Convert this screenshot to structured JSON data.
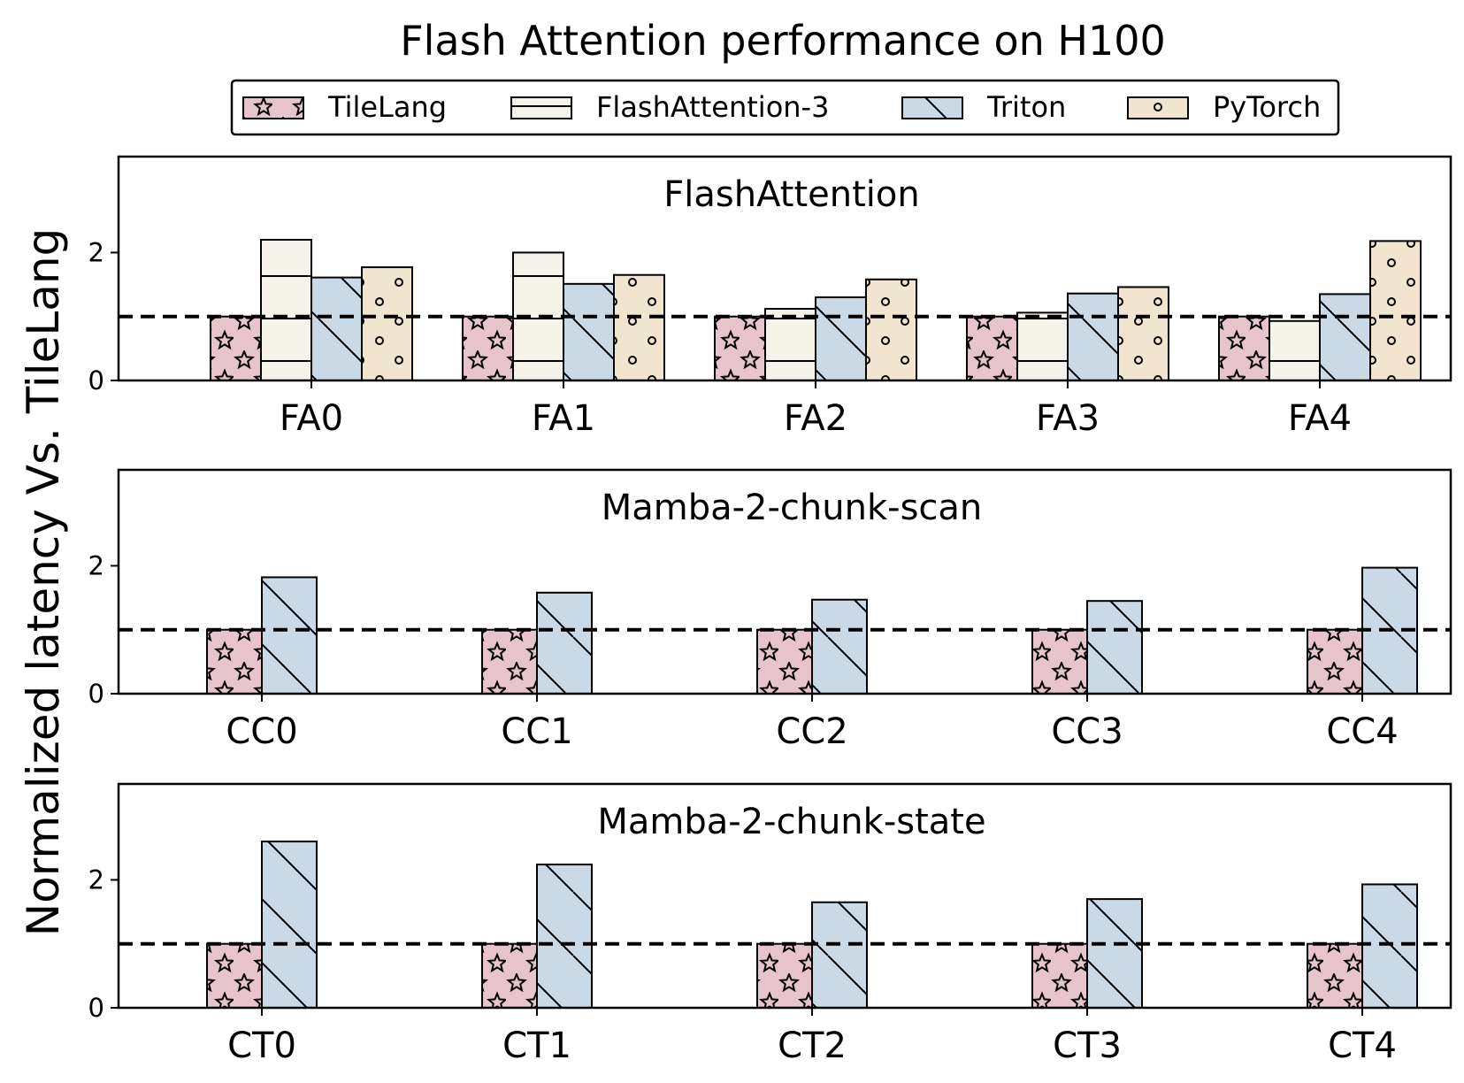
{
  "chart_data": {
    "title": "Flash Attention performance on H100",
    "ylabel": "Normalized latency Vs. TileLang",
    "legend": {
      "placement": "top-center",
      "entries": [
        {
          "name": "TileLang",
          "color": "#e7c3cc",
          "hatch": "stars"
        },
        {
          "name": "FlashAttention-3",
          "color": "#f5f2ea",
          "hatch": "horizontal"
        },
        {
          "name": "Triton",
          "color": "#c9d9e5",
          "hatch": "backslash"
        },
        {
          "name": "PyTorch",
          "color": "#f2e5d0",
          "hatch": "dots"
        }
      ]
    },
    "baseline": 1.0,
    "panels": [
      {
        "type": "bar",
        "title": "FlashAttention",
        "ylim": [
          0,
          3.5
        ],
        "yticks": [
          "0",
          "2"
        ],
        "categories": [
          "FA0",
          "FA1",
          "FA2",
          "FA3",
          "FA4"
        ],
        "series": [
          {
            "name": "TileLang",
            "values": [
              1.0,
              1.0,
              1.0,
              1.0,
              1.0
            ]
          },
          {
            "name": "FlashAttention-3",
            "values": [
              2.2,
              2.0,
              1.12,
              1.06,
              0.93
            ]
          },
          {
            "name": "Triton",
            "values": [
              1.61,
              1.51,
              1.3,
              1.36,
              1.35
            ]
          },
          {
            "name": "PyTorch",
            "values": [
              1.77,
              1.65,
              1.58,
              1.46,
              2.18
            ]
          }
        ]
      },
      {
        "type": "bar",
        "title": "Mamba-2-chunk-scan",
        "ylim": [
          0,
          3.5
        ],
        "yticks": [
          "0",
          "2"
        ],
        "categories": [
          "CC0",
          "CC1",
          "CC2",
          "CC3",
          "CC4"
        ],
        "series": [
          {
            "name": "TileLang",
            "values": [
              1.0,
              1.0,
              1.0,
              1.0,
              1.0
            ]
          },
          {
            "name": "Triton",
            "values": [
              1.82,
              1.58,
              1.47,
              1.45,
              1.97
            ]
          }
        ]
      },
      {
        "type": "bar",
        "title": "Mamba-2-chunk-state",
        "ylim": [
          0,
          3.5
        ],
        "yticks": [
          "0",
          "2"
        ],
        "categories": [
          "CT0",
          "CT1",
          "CT2",
          "CT3",
          "CT4"
        ],
        "series": [
          {
            "name": "TileLang",
            "values": [
              1.0,
              1.0,
              1.0,
              1.0,
              1.0
            ]
          },
          {
            "name": "Triton",
            "values": [
              2.6,
              2.24,
              1.65,
              1.7,
              1.93
            ]
          }
        ]
      }
    ]
  }
}
